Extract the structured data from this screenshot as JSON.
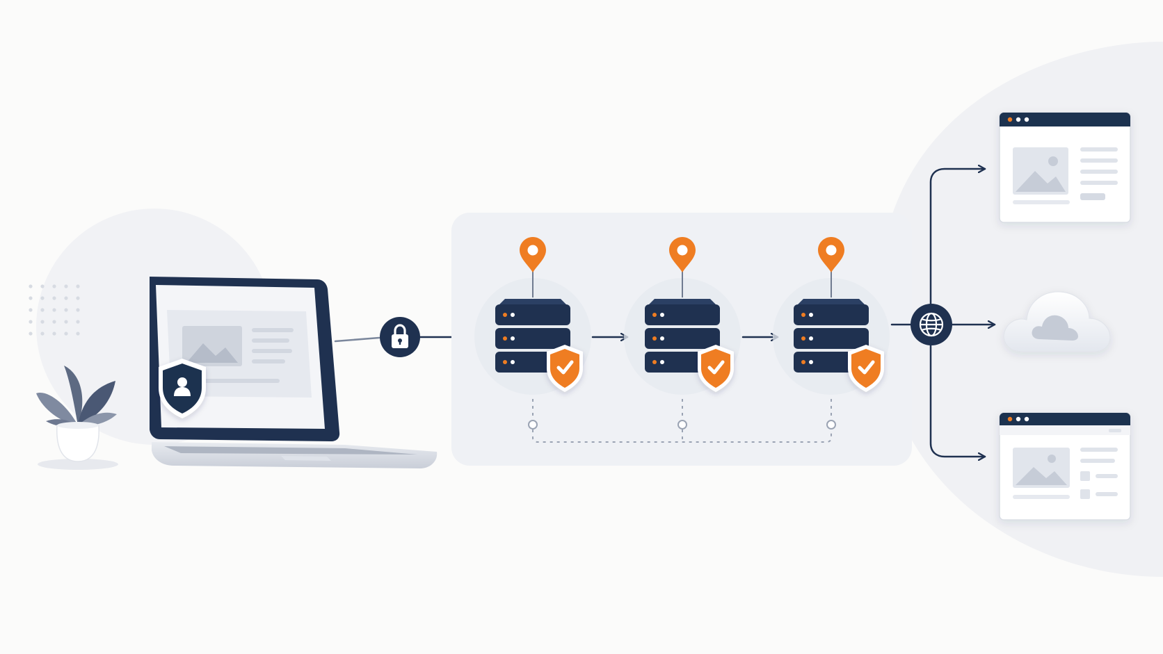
{
  "diagram": {
    "kind": "privacy-relay-network-flow",
    "colors": {
      "background": "#fbfbfa",
      "navy": "#1f3150",
      "accent_orange": "#ef7d22",
      "panel": "#eff1f5",
      "soft_circle": "#eef0f4",
      "card_border": "#d9dde4",
      "muted": "#c9ced8"
    },
    "nodes": [
      {
        "id": "user-device",
        "icon": "laptop-icon",
        "badge": "user-shield-icon"
      },
      {
        "id": "encryption",
        "icon": "lock-icon"
      },
      {
        "id": "relay-server-1",
        "icon": "server-rack-icon",
        "location": "map-pin-icon",
        "badge": "shield-check-icon"
      },
      {
        "id": "relay-server-2",
        "icon": "server-rack-icon",
        "location": "map-pin-icon",
        "badge": "shield-check-icon"
      },
      {
        "id": "relay-server-3",
        "icon": "server-rack-icon",
        "location": "map-pin-icon",
        "badge": "shield-check-icon"
      },
      {
        "id": "internet-exit",
        "icon": "globe-icon"
      },
      {
        "id": "destination-website-1",
        "icon": "browser-window-icon"
      },
      {
        "id": "destination-cloud",
        "icon": "cloud-icon"
      },
      {
        "id": "destination-website-2",
        "icon": "browser-window-icon"
      }
    ],
    "edges": [
      {
        "from": "user-device",
        "to": "encryption"
      },
      {
        "from": "encryption",
        "to": "relay-server-1"
      },
      {
        "from": "relay-server-1",
        "to": "relay-server-2"
      },
      {
        "from": "relay-server-2",
        "to": "relay-server-3"
      },
      {
        "from": "relay-server-3",
        "to": "internet-exit"
      },
      {
        "from": "internet-exit",
        "to": "destination-website-1"
      },
      {
        "from": "internet-exit",
        "to": "destination-cloud"
      },
      {
        "from": "internet-exit",
        "to": "destination-website-2"
      }
    ],
    "relay_links": {
      "style": "dashed",
      "connects": [
        "relay-server-1",
        "relay-server-2",
        "relay-server-3"
      ]
    }
  }
}
